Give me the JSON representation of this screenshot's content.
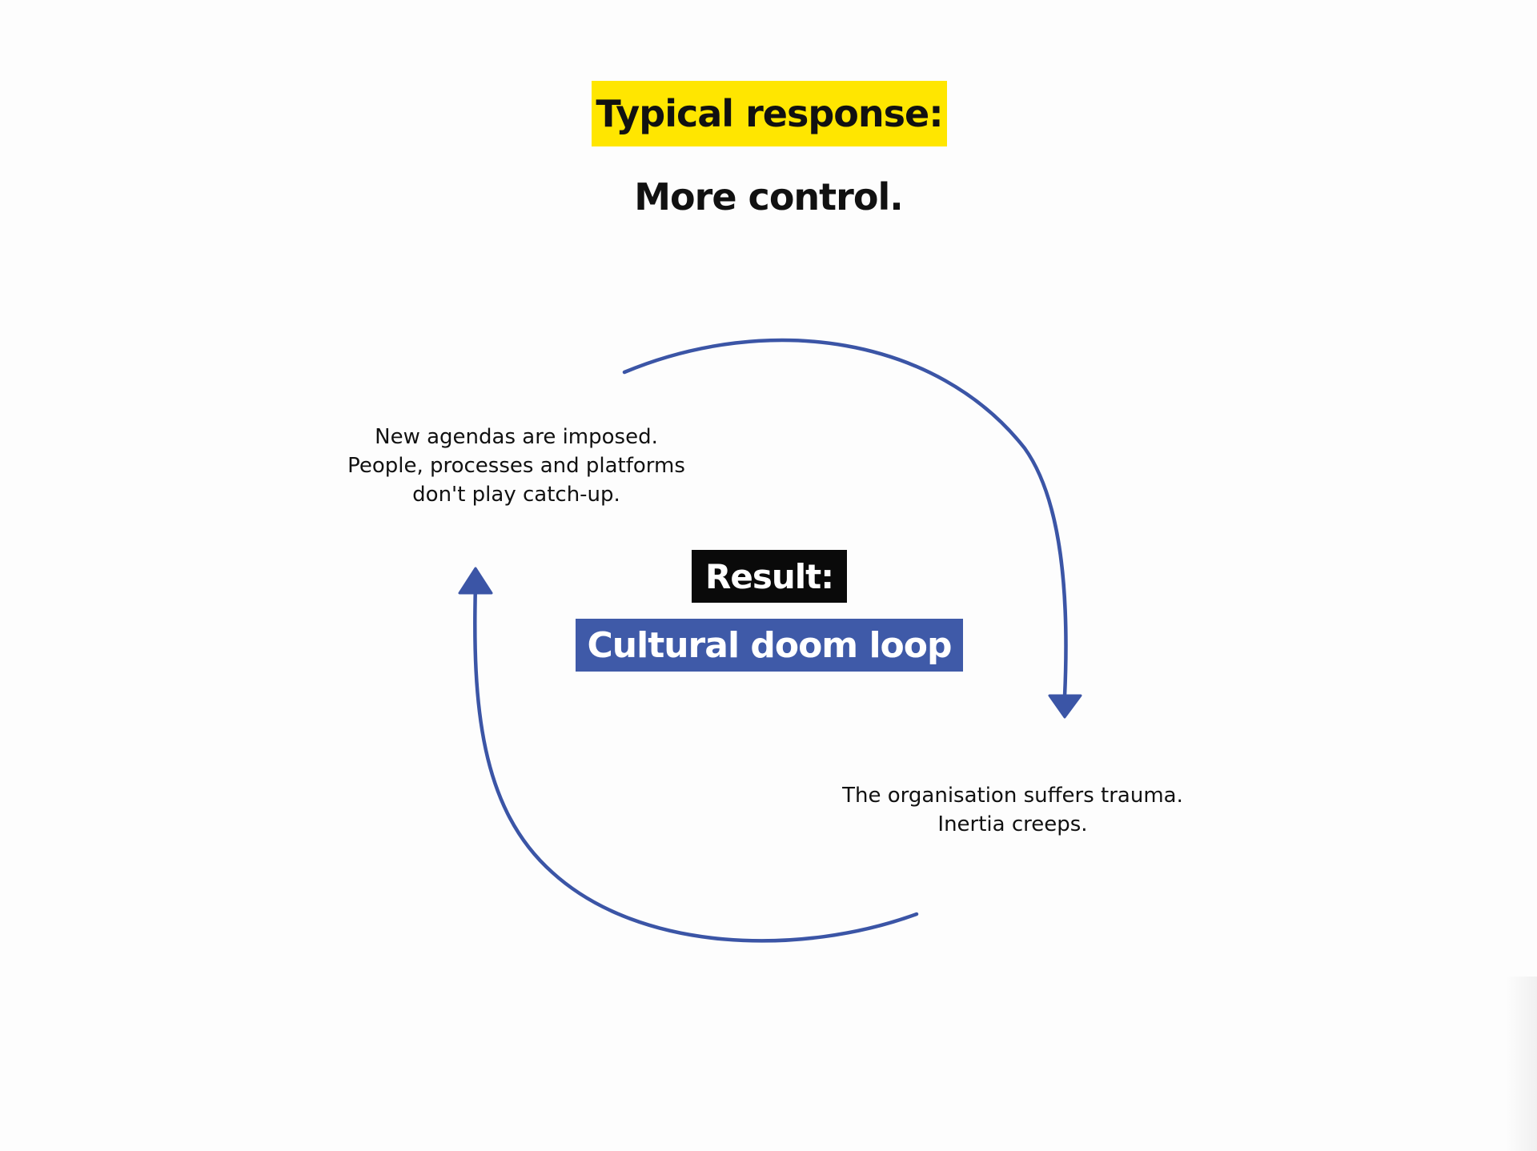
{
  "header": {
    "label": "Typical response:",
    "statement": "More control."
  },
  "cycle": {
    "top_left_lines": [
      "New agendas are imposed.",
      "People, processes and platforms",
      "don't play catch-up."
    ],
    "bottom_right_lines": [
      "The organisation suffers trauma.",
      "Inertia creeps."
    ]
  },
  "result": {
    "label": "Result:",
    "value": "Cultural doom loop"
  },
  "colors": {
    "yellow_highlight": "#ffe600",
    "black_badge": "#0a0a0a",
    "blue_badge": "#3f5aa8",
    "arrow_blue": "#3b55a6",
    "text": "#111111",
    "background": "#fdfdfd"
  }
}
